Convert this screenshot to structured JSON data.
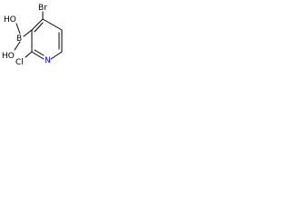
{
  "molecule": {
    "atoms": {
      "bromine": "Br",
      "hydroxyl_top": "HO",
      "boron": "B",
      "hydroxyl_bottom": "HO",
      "nitrogen": "N",
      "chlorine": "Cl"
    },
    "colors": {
      "bond": "#000000",
      "text": "#000000",
      "nitrogen": "#0000ff"
    }
  }
}
